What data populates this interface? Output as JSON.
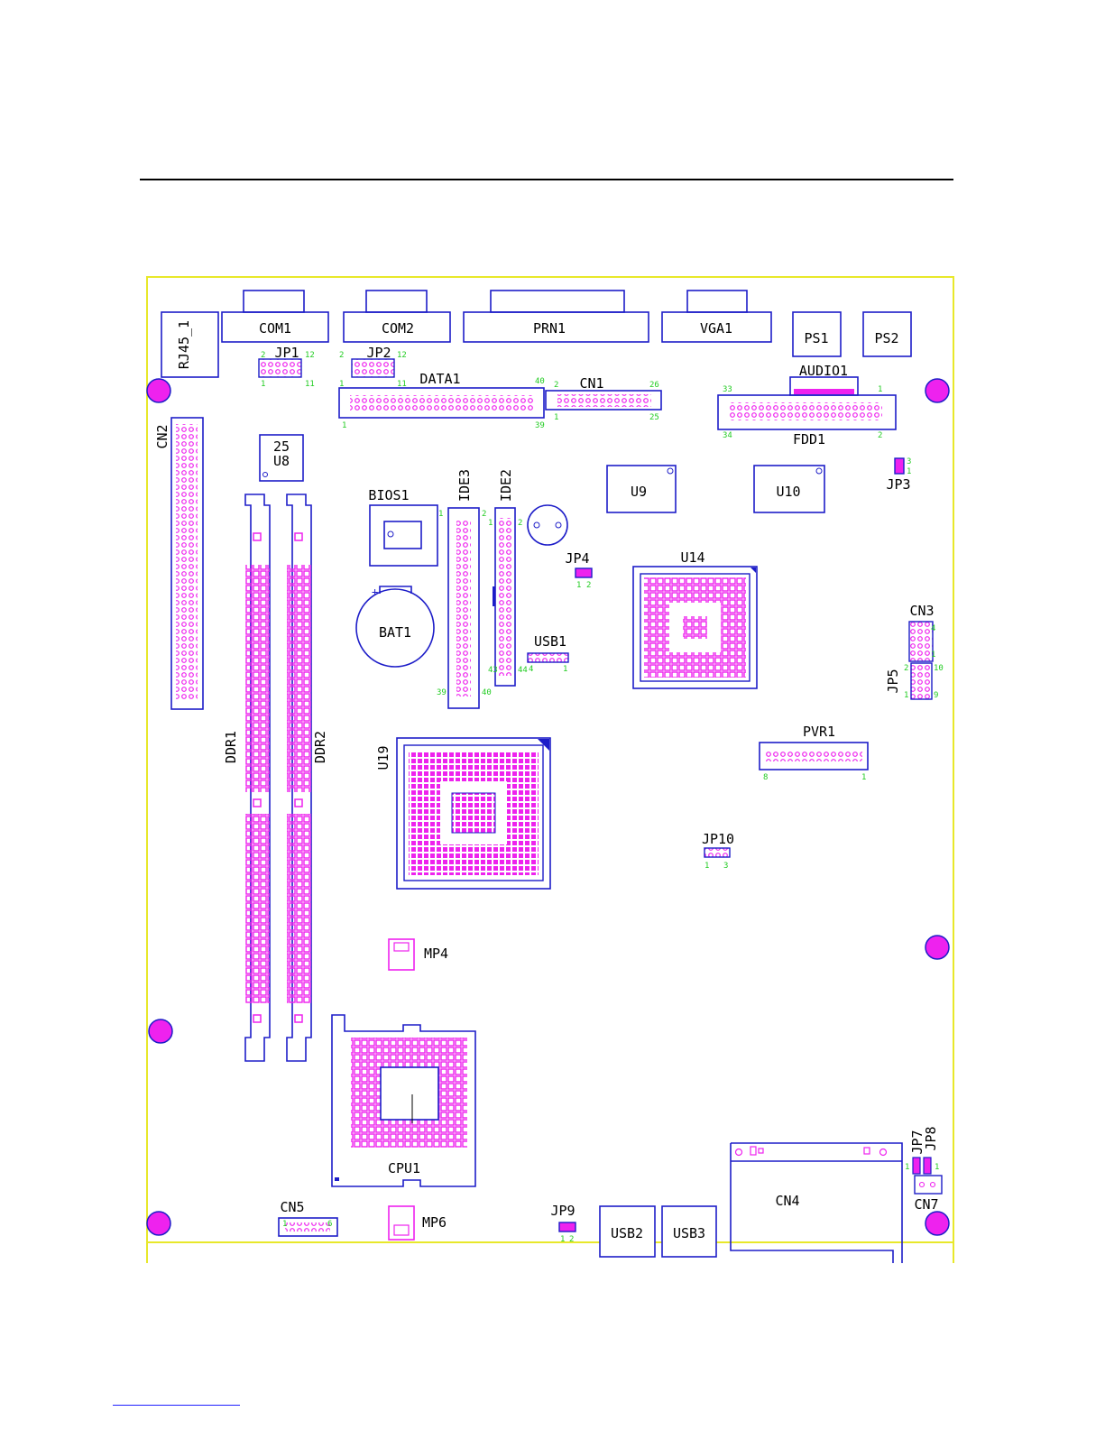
{
  "colors": {
    "outline": "#1d1dc8",
    "board": "#e8e82a",
    "pad": "#ee22ee",
    "pin_label": "#22cc22",
    "text": "#000000"
  },
  "labels": {
    "com1": "COM1",
    "com2": "COM2",
    "prn1": "PRN1",
    "vga1": "VGA1",
    "ps1": "PS1",
    "ps2": "PS2",
    "rj45": "RJ45_1",
    "jp1": "JP1",
    "jp2": "JP2",
    "data1": "DATA1",
    "cn1": "CN1",
    "audio1": "AUDIO1",
    "fdd1": "FDD1",
    "cn2": "CN2",
    "u8_num": "25",
    "u8": "U8",
    "bios1": "BIOS1",
    "ide3": "IDE3",
    "ide2": "IDE2",
    "u9": "U9",
    "u10": "U10",
    "jp3": "JP3",
    "jp4": "JP4",
    "u14": "U14",
    "bat1": "BAT1",
    "usb1": "USB1",
    "cn3": "CN3",
    "jp5": "JP5",
    "ddr1": "DDR1",
    "ddr2": "DDR2",
    "u19": "U19",
    "pvr1": "PVR1",
    "jp10": "JP10",
    "mp4": "MP4",
    "cpu1": "CPU1",
    "jp7": "JP7",
    "jp8": "JP8",
    "cn4": "CN4",
    "cn7": "CN7",
    "cn5": "CN5",
    "mp6": "MP6",
    "jp9": "JP9",
    "usb2": "USB2",
    "usb3": "USB3"
  },
  "pins": {
    "jp1_tl": "2",
    "jp1_tr": "12",
    "jp1_bl": "1",
    "jp1_br": "11",
    "jp2_tl": "2",
    "jp2_tr": "12",
    "jp2_bl": "1",
    "jp2_br": "11",
    "data1_tr": "40",
    "data1_bl": "1",
    "data1_br": "39",
    "cn1_tl": "2",
    "cn1_tr": "26",
    "cn1_bl": "1",
    "cn1_br": "25",
    "fdd1_tl": "33",
    "fdd1_tr": "1",
    "fdd1_bl": "34",
    "fdd1_br": "2",
    "jp3_a": "3",
    "jp3_b": "1",
    "jp4_a": "1",
    "jp4_b": "2",
    "usb1_a": "4",
    "usb1_b": "1",
    "ide3_a": "1",
    "ide3_b": "2",
    "ide3_c": "39",
    "ide3_d": "40",
    "ide2_a": "1",
    "ide2_b": "2",
    "ide2_c": "43",
    "ide2_d": "44",
    "cn3_a": "4",
    "cn3_b": "1",
    "jp5_a": "2",
    "jp5_b": "10",
    "jp5_c": "1",
    "jp5_d": "9",
    "pvr1_a": "8",
    "pvr1_b": "1",
    "jp10_a": "1",
    "jp10_b": "3",
    "cn5_a": "1",
    "cn5_b": "6",
    "jp9_a": "1",
    "jp9_b": "2",
    "jp7_a": "1",
    "jp8_a": "1"
  }
}
